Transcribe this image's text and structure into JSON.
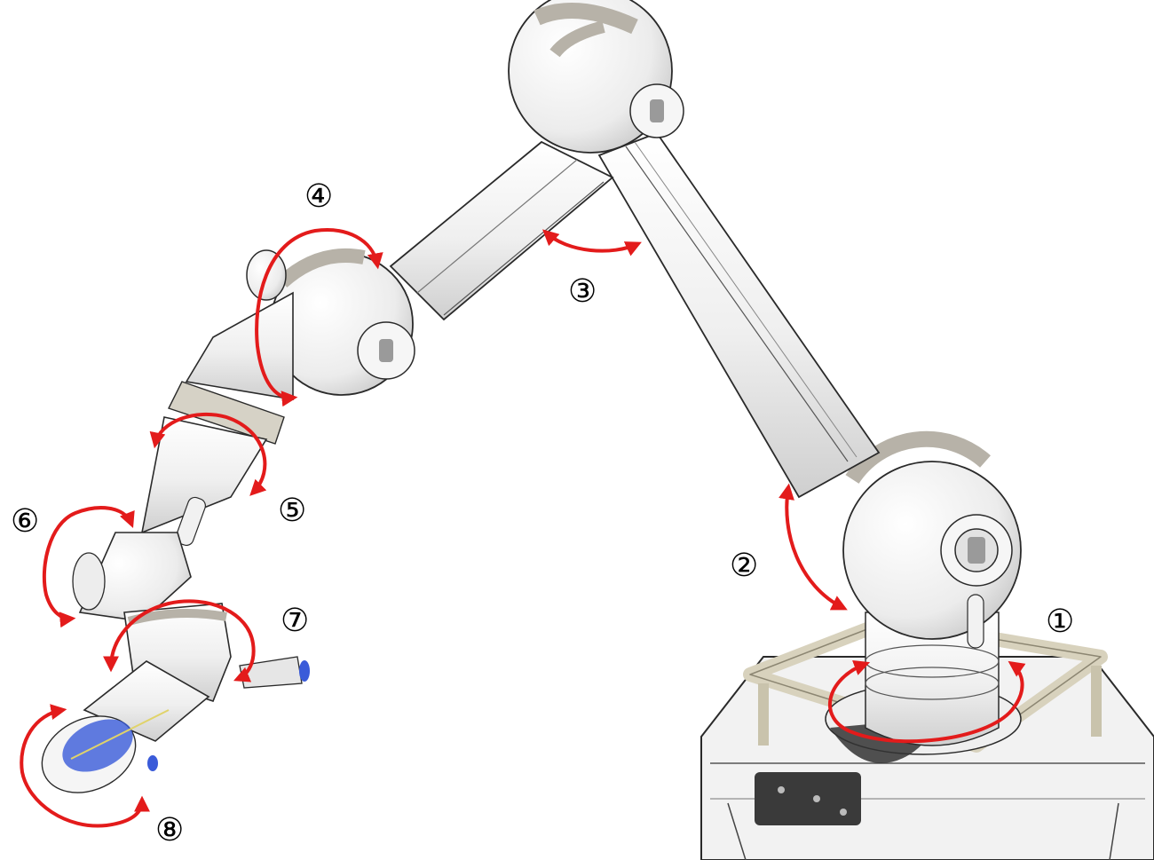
{
  "joints": [
    {
      "id": 1,
      "label": "①"
    },
    {
      "id": 2,
      "label": "②"
    },
    {
      "id": 3,
      "label": "③"
    },
    {
      "id": 4,
      "label": "④"
    },
    {
      "id": 5,
      "label": "⑤"
    },
    {
      "id": 6,
      "label": "⑥"
    },
    {
      "id": 7,
      "label": "⑦"
    },
    {
      "id": 8,
      "label": "⑧"
    }
  ],
  "colors": {
    "arrow": "#e31b1b",
    "arm_fill": "#f4f4f4",
    "arm_stroke": "#2a2a2a",
    "ring": "#b7b2a8",
    "base_rail": "#e9e4d2",
    "tool": "#3a5bd9"
  }
}
